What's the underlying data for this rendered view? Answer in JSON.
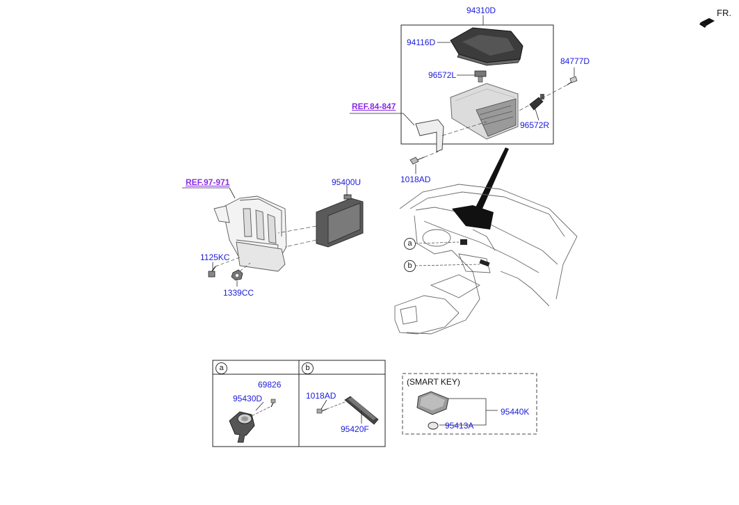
{
  "orientation": {
    "label": "FR."
  },
  "references": [
    {
      "id": "ref-84-847",
      "text": "REF.84-847"
    },
    {
      "id": "ref-97-971",
      "text": "REF.97-971"
    }
  ],
  "parts": {
    "p94310D": "94310D",
    "p94116D": "94116D",
    "p96572L": "96572L",
    "p84777D": "84777D",
    "p96572R": "96572R",
    "p1018AD_top": "1018AD",
    "p95400U": "95400U",
    "p1125KC": "1125KC",
    "p1339CC": "1339CC",
    "p69826": "69826",
    "p95430D": "95430D",
    "p1018AD_b": "1018AD",
    "p95420F": "95420F",
    "p95440K": "95440K",
    "p95413A": "95413A"
  },
  "callouts": {
    "a": "a",
    "b": "b"
  },
  "detail_panels": {
    "a_header": "a",
    "b_header": "b"
  },
  "smart_key": {
    "title": "(SMART KEY)"
  },
  "colors": {
    "part_label": "#1a1adb",
    "reference_label": "#8a2be2",
    "line": "#222222"
  }
}
